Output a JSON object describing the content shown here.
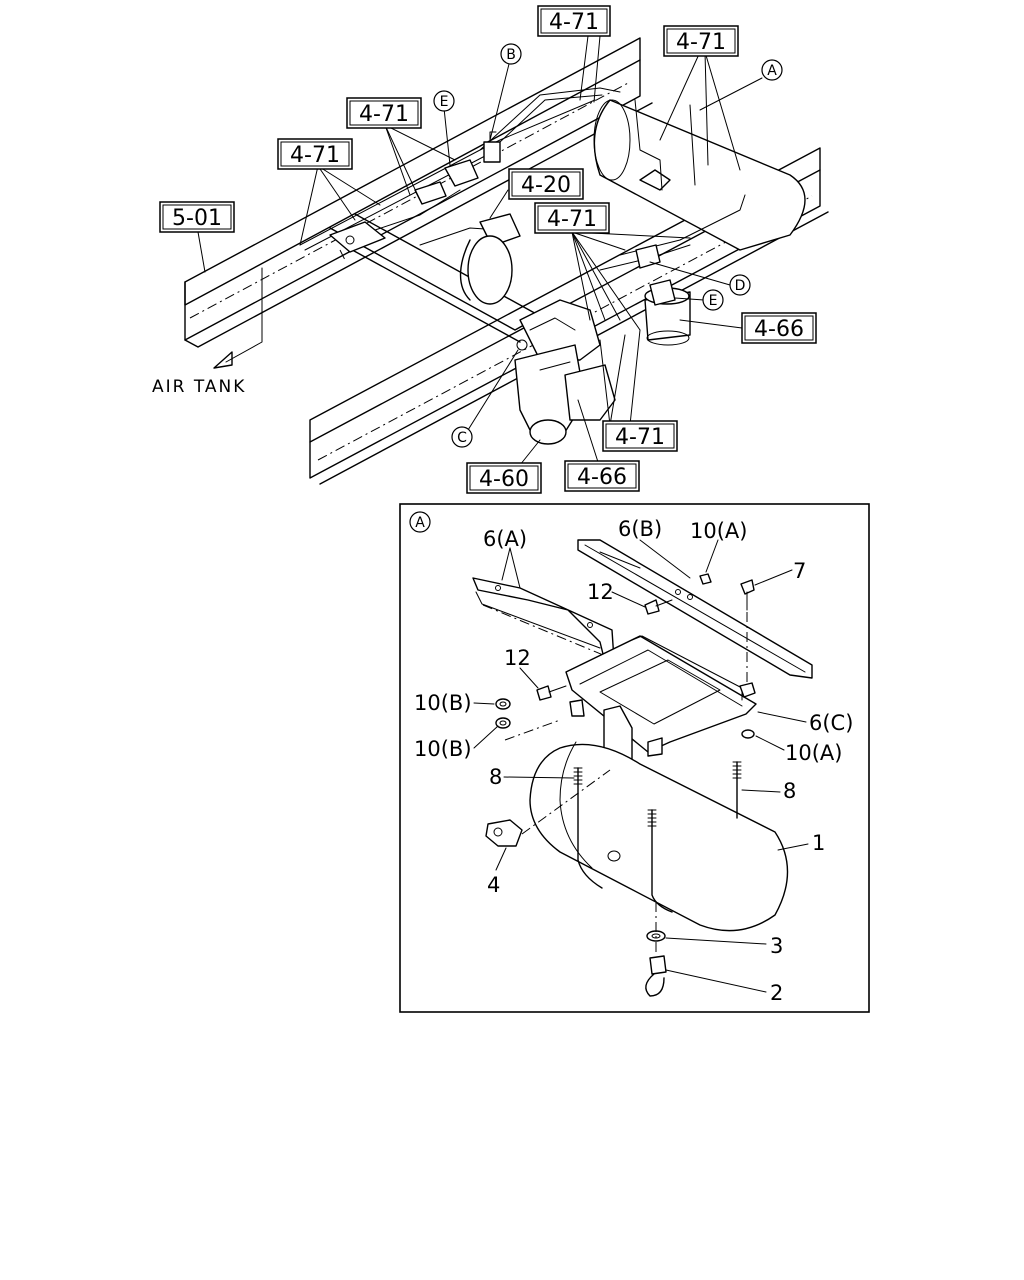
{
  "overview": {
    "ref_labels": [
      {
        "id": "r471-top",
        "text": "4-71"
      },
      {
        "id": "r471-topright",
        "text": "4-71"
      },
      {
        "id": "r471-mid",
        "text": "4-71"
      },
      {
        "id": "r471-left",
        "text": "4-71"
      },
      {
        "id": "r420",
        "text": "4-20"
      },
      {
        "id": "r501",
        "text": "5-01"
      },
      {
        "id": "r471-center",
        "text": "4-71"
      },
      {
        "id": "r466-right",
        "text": "4-66"
      },
      {
        "id": "r471-bottom",
        "text": "4-71"
      },
      {
        "id": "r460",
        "text": "4-60"
      },
      {
        "id": "r466-bottom",
        "text": "4-66"
      }
    ],
    "circle_labels": [
      {
        "id": "cA",
        "text": "A"
      },
      {
        "id": "cB",
        "text": "B"
      },
      {
        "id": "cE1",
        "text": "E"
      },
      {
        "id": "cD",
        "text": "D"
      },
      {
        "id": "cE2",
        "text": "E"
      },
      {
        "id": "cC",
        "text": "C"
      }
    ],
    "air_tank_label": "AIR TANK"
  },
  "detail": {
    "view_label": "A",
    "callouts": [
      {
        "id": "p6A",
        "text": "6(A)"
      },
      {
        "id": "p6B",
        "text": "6(B)"
      },
      {
        "id": "p10A-top",
        "text": "10(A)"
      },
      {
        "id": "p7",
        "text": "7"
      },
      {
        "id": "p12-top",
        "text": "12"
      },
      {
        "id": "p12-mid",
        "text": "12"
      },
      {
        "id": "p10B-1",
        "text": "10(B)"
      },
      {
        "id": "p10B-2",
        "text": "10(B)"
      },
      {
        "id": "p6C",
        "text": "6(C)"
      },
      {
        "id": "p10A-bot",
        "text": "10(A)"
      },
      {
        "id": "p8-left",
        "text": "8"
      },
      {
        "id": "p8-right",
        "text": "8"
      },
      {
        "id": "p1",
        "text": "1"
      },
      {
        "id": "p4",
        "text": "4"
      },
      {
        "id": "p3",
        "text": "3"
      },
      {
        "id": "p2",
        "text": "2"
      }
    ]
  }
}
